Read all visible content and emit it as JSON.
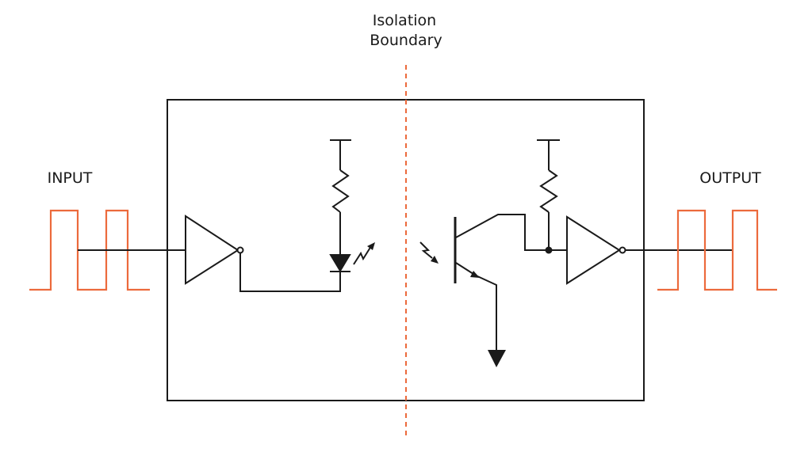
{
  "labels": {
    "boundary_line1": "Isolation",
    "boundary_line2": "Boundary",
    "input": "INPUT",
    "output": "OUTPUT"
  },
  "colors": {
    "waveform": "#ec6a3c",
    "boundary": "#ec6a3c",
    "wire": "#1a1a1a"
  },
  "icons": [
    "input-square-wave",
    "inverter-buffer",
    "pull-up-resistor",
    "led-emitter",
    "light-emission-arrow",
    "light-reception-arrow",
    "phototransistor",
    "ground-arrow",
    "output-square-wave"
  ]
}
